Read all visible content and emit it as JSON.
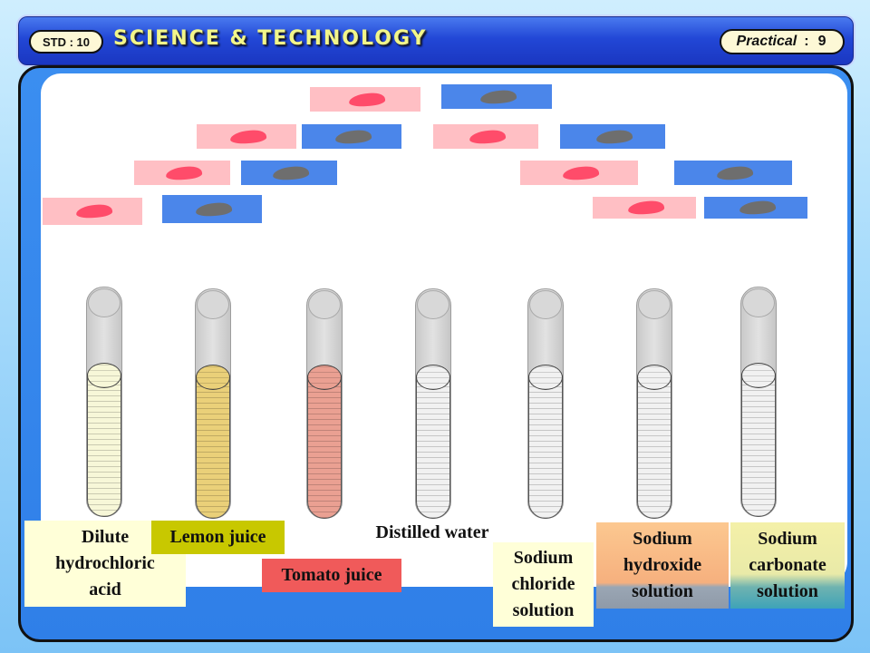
{
  "header": {
    "std_label": "STD : 10",
    "title": "SCIENCE & TECHNOLOGY",
    "practical_label": "Practical",
    "practical_sep": ":",
    "practical_number": "9"
  },
  "litmus": {
    "red_color": "#ffbfc4",
    "red_spot_color": "#ff4c6a",
    "blue_color": "#4b86ea",
    "blue_spot_color": "#6e6e6e"
  },
  "tubes": [
    {
      "liquid_color": "#f7f7d8"
    },
    {
      "liquid_color": "#ead079"
    },
    {
      "liquid_color": "#eaa092"
    },
    {
      "liquid_color": "#f1f1f1"
    },
    {
      "liquid_color": "#f1f1f1"
    },
    {
      "liquid_color": "#f1f1f1"
    },
    {
      "liquid_color": "#f1f1f1"
    }
  ],
  "labels": {
    "dilute_hcl": [
      "Dilute",
      "hydrochloric",
      "acid"
    ],
    "lemon": "Lemon juice",
    "tomato": "Tomato juice",
    "water": "Distilled water",
    "nacl": [
      "Sodium",
      "chloride",
      "solution"
    ],
    "naoh": [
      "Sodium",
      "hydroxide",
      "solution"
    ],
    "na2co3": [
      "Sodium",
      "carbonate",
      "solution"
    ]
  }
}
